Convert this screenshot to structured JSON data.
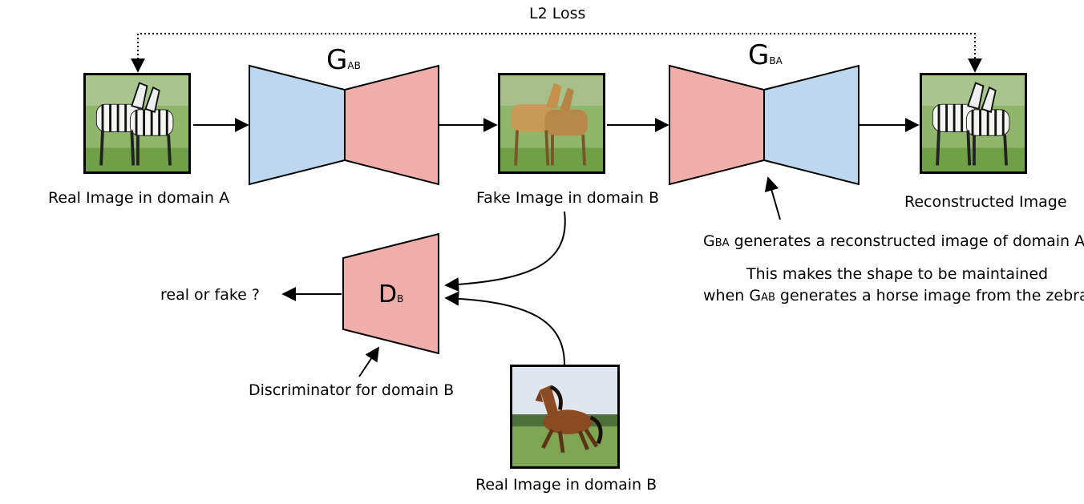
{
  "loss_label": "L2 Loss",
  "generator_ab": {
    "main": "G",
    "sub": "AB"
  },
  "generator_ba": {
    "main": "G",
    "sub": "BA"
  },
  "discriminator_b": {
    "main": "D",
    "sub": "B"
  },
  "captions": {
    "real_a": "Real Image in domain A",
    "fake_b": "Fake Image in domain B",
    "reconstructed": "Reconstructed Image",
    "real_b": "Real Image in domain B",
    "discriminator": "Discriminator for domain B",
    "real_or_fake": "real or fake ?"
  },
  "annotation": {
    "line1_g": "G",
    "line1_sub": "BA",
    "line1_rest": " generates a reconstructed image of domain A.",
    "line2": "This makes the shape to be maintained",
    "line3_pre": "when G",
    "line3_sub": "AB",
    "line3_rest": " generates a horse image from the zebra."
  },
  "colors": {
    "encoder_blue": "#bdd7ee",
    "decoder_pink": "#f0aeab",
    "outline": "#000000",
    "grass": "#7fb04e",
    "sky": "#a8c88a"
  },
  "images": {
    "real_a": "zebra-pair-photo",
    "fake_b": "horse-pair-photo",
    "reconstructed": "zebra-pair-photo",
    "real_b": "running-horse-photo"
  }
}
